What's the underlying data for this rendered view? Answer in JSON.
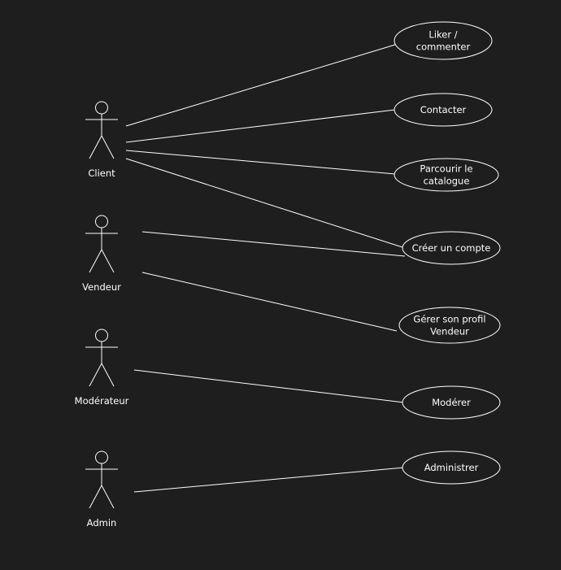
{
  "colors": {
    "background": "#1e1e1e",
    "stroke": "#ffffff",
    "text": "#ffffff"
  },
  "actors": [
    {
      "id": "client",
      "label": "Client"
    },
    {
      "id": "vendeur",
      "label": "Vendeur"
    },
    {
      "id": "moderateur",
      "label": "Modérateur"
    },
    {
      "id": "admin",
      "label": "Admin"
    }
  ],
  "use_cases": [
    {
      "id": "liker",
      "lines": [
        "Liker /",
        "commenter"
      ]
    },
    {
      "id": "contacter",
      "lines": [
        "Contacter"
      ]
    },
    {
      "id": "parcourir",
      "lines": [
        "Parcourir le",
        "catalogue"
      ]
    },
    {
      "id": "creer-compte",
      "lines": [
        "Créer un compte"
      ]
    },
    {
      "id": "gerer-profil",
      "lines": [
        "Gérer son profil",
        "Vendeur"
      ]
    },
    {
      "id": "moderer",
      "lines": [
        "Modérer"
      ]
    },
    {
      "id": "administrer",
      "lines": [
        "Administrer"
      ]
    }
  ],
  "associations": [
    {
      "actor": "client",
      "use_case": "liker"
    },
    {
      "actor": "client",
      "use_case": "contacter"
    },
    {
      "actor": "client",
      "use_case": "parcourir"
    },
    {
      "actor": "client",
      "use_case": "creer-compte"
    },
    {
      "actor": "vendeur",
      "use_case": "creer-compte"
    },
    {
      "actor": "vendeur",
      "use_case": "gerer-profil"
    },
    {
      "actor": "moderateur",
      "use_case": "moderer"
    },
    {
      "actor": "admin",
      "use_case": "administrer"
    }
  ]
}
